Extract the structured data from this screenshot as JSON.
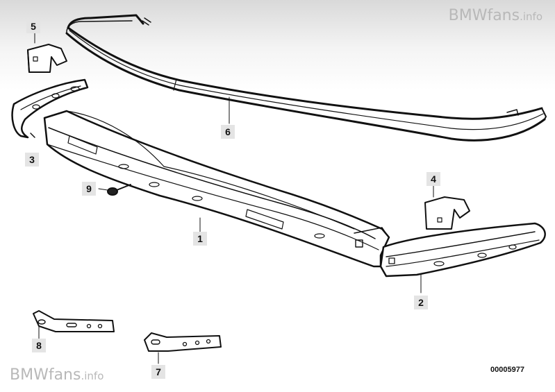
{
  "watermark": {
    "brand": "BMWfans",
    "suffix": ".info"
  },
  "diagram_number": "00005977",
  "callouts": {
    "p1": "1",
    "p2": "2",
    "p3": "3",
    "p4": "4",
    "p5": "5",
    "p6": "6",
    "p7": "7",
    "p8": "8",
    "p9": "9"
  }
}
